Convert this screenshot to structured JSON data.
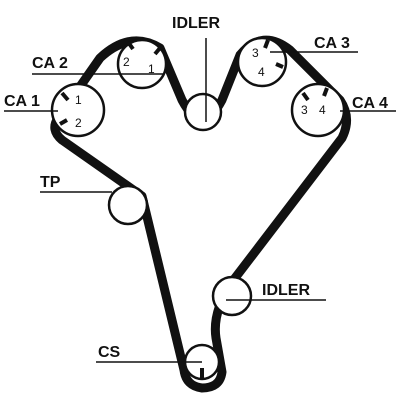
{
  "labels": {
    "ca1": "CA 1",
    "ca2": "CA 2",
    "ca3": "CA 3",
    "ca4": "CA 4",
    "idler_top": "IDLER",
    "idler_bottom": "IDLER",
    "tp": "TP",
    "cs": "CS"
  },
  "marks": {
    "ca1": [
      "1",
      "2"
    ],
    "ca2": [
      "2",
      "1"
    ],
    "ca3": [
      "3",
      "4"
    ],
    "ca4": [
      "3",
      "4"
    ]
  },
  "colors": {
    "belt": "#111111",
    "pulley_fill": "#ffffff",
    "line": "#111111"
  }
}
